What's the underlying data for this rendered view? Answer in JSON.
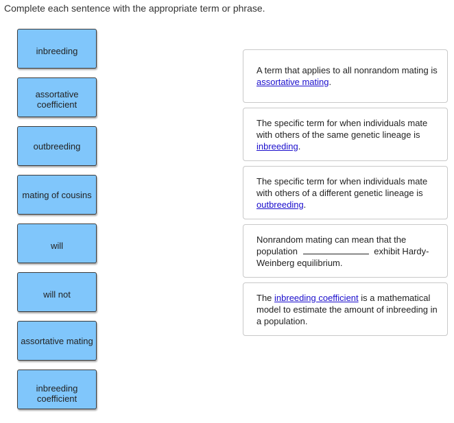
{
  "instruction": "Complete each sentence with the appropriate term or phrase.",
  "chips": [
    {
      "label": "inbreeding"
    },
    {
      "label_line1": "assortative",
      "label_line2": "coefficient"
    },
    {
      "label": "outbreeding"
    },
    {
      "label": "mating of cousins"
    },
    {
      "label": "will"
    },
    {
      "label": "will not"
    },
    {
      "label": "assortative mating"
    },
    {
      "label_line1": "inbreeding",
      "label_line2": "coefficient"
    }
  ],
  "targets": [
    {
      "before": "A term that applies to all nonrandom mating is ",
      "answer": "assortative mating",
      "after": "."
    },
    {
      "before": "The specific term for when individuals mate with others of the same genetic lineage is ",
      "answer": "inbreeding",
      "after": "."
    },
    {
      "before": "The specific term for when individuals mate with others of a different genetic lineage is ",
      "answer": "outbreeding",
      "after": "."
    },
    {
      "before": "Nonrandom mating can mean that the population ",
      "after": " exhibit Hardy-Weinberg equilibrium."
    },
    {
      "before": "The ",
      "answer": "inbreeding coefficient",
      "after": " is a mathematical model to estimate the amount of inbreeding in a population."
    }
  ],
  "colors": {
    "chip_fill": "#80c6fb",
    "link": "#1a0dcc"
  }
}
